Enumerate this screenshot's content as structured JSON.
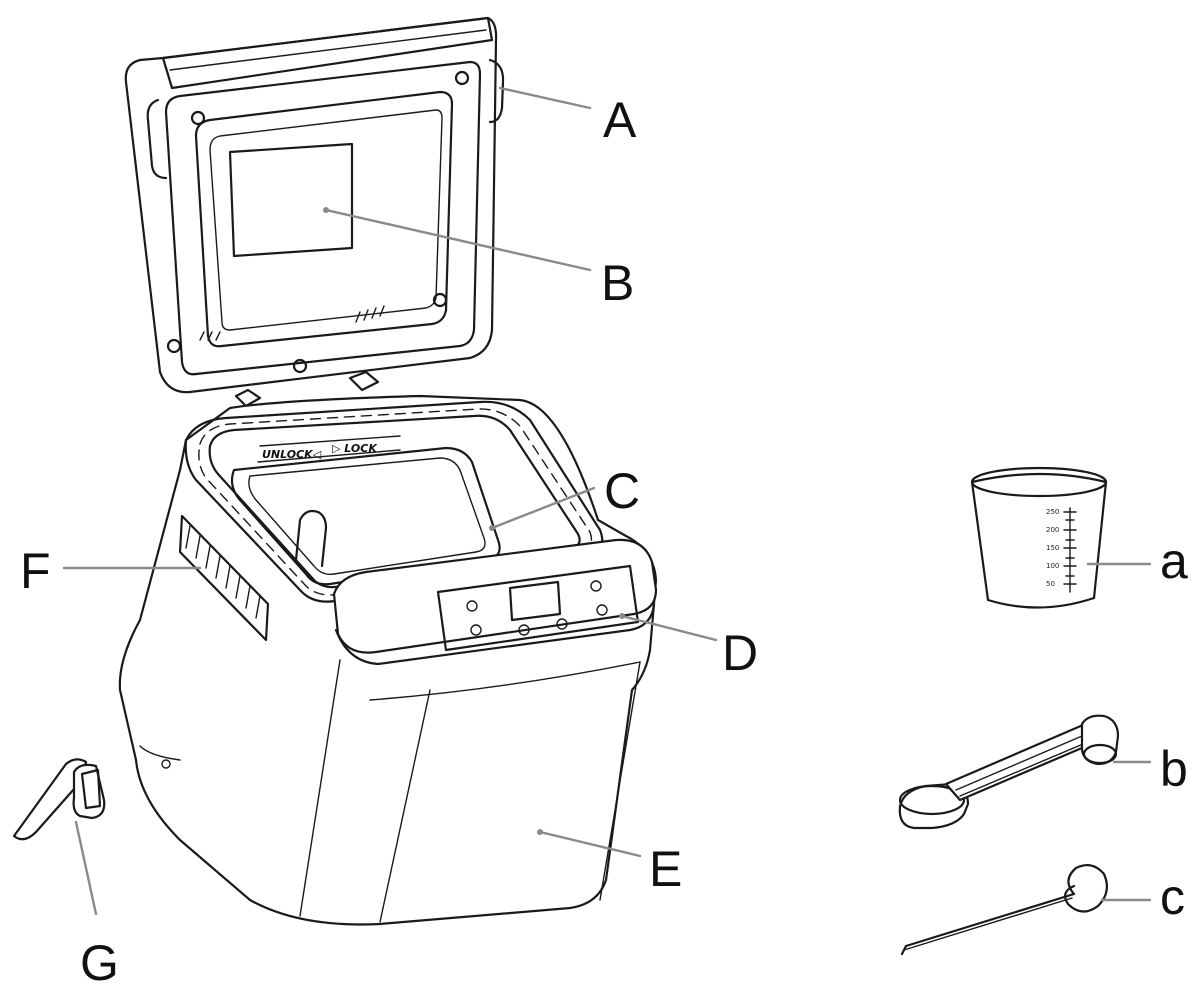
{
  "labels": {
    "A": "A",
    "B": "B",
    "C": "C",
    "D": "D",
    "E": "E",
    "F": "F",
    "G": "G",
    "a": "a",
    "b": "b",
    "c": "c"
  },
  "embossed": {
    "unlock": "UNLOCK◁",
    "lock": "▷ LOCK"
  },
  "cup_scale": [
    "250",
    "200",
    "150",
    "100",
    "50"
  ]
}
